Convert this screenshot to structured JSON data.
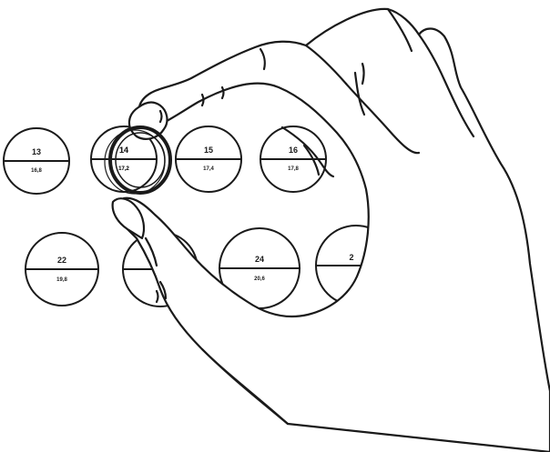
{
  "sizer_circles": [
    {
      "id": "c1",
      "size": "13",
      "mm": "16,8"
    },
    {
      "id": "c2",
      "size": "14",
      "mm": "17,2"
    },
    {
      "id": "c3",
      "size": "15",
      "mm": "17,4"
    },
    {
      "id": "c4",
      "size": "16",
      "mm": "17,8"
    },
    {
      "id": "c5",
      "size": "22",
      "mm": "19,8"
    },
    {
      "id": "c6",
      "size": "",
      "mm": ""
    },
    {
      "id": "c7",
      "size": "24",
      "mm": "20,6"
    },
    {
      "id": "c8",
      "size": "2",
      "mm": ""
    }
  ],
  "colors": {
    "line": "#1a1a1a",
    "background": "#ffffff"
  },
  "icons": {
    "ring": "ring-icon",
    "hand": "hand-icon"
  }
}
